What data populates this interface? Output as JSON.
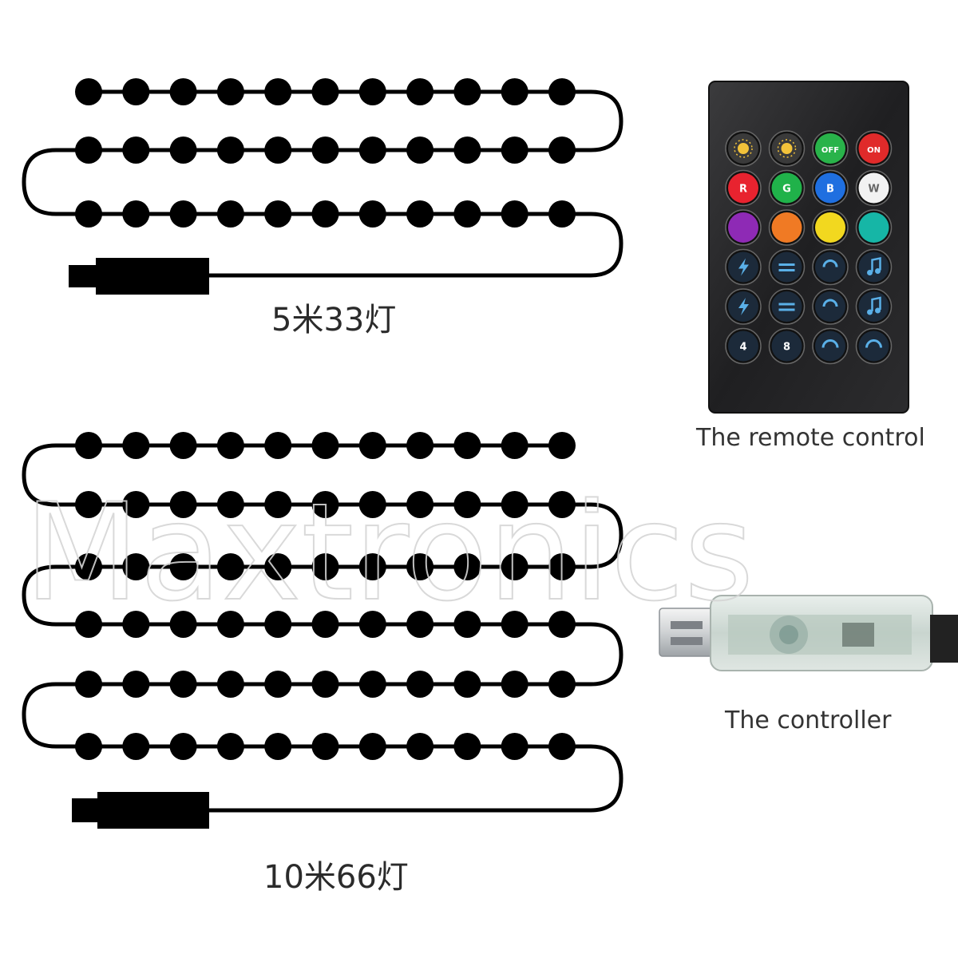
{
  "strip_5m": {
    "caption": "5米33灯",
    "rows": 3,
    "beads_per_row": 11
  },
  "strip_10m": {
    "caption": "10米66灯",
    "rows": 6,
    "beads_per_row": 11
  },
  "remote": {
    "caption": "The remote control",
    "buttons": [
      {
        "color": "#3a3a3a",
        "label": "",
        "icon": "brightness-down-icon"
      },
      {
        "color": "#3a3a3a",
        "label": "",
        "icon": "brightness-up-icon"
      },
      {
        "color": "#29b34a",
        "label": "OFF",
        "icon": ""
      },
      {
        "color": "#e02a2a",
        "label": "ON",
        "icon": ""
      },
      {
        "color": "#e8232f",
        "label": "R",
        "icon": ""
      },
      {
        "color": "#20b24a",
        "label": "G",
        "icon": ""
      },
      {
        "color": "#1f6fe0",
        "label": "B",
        "icon": ""
      },
      {
        "color": "#f2f2f2",
        "label": "W",
        "icon": ""
      },
      {
        "color": "#8e2ab5",
        "label": "",
        "icon": ""
      },
      {
        "color": "#f07a24",
        "label": "",
        "icon": ""
      },
      {
        "color": "#f2d81f",
        "label": "",
        "icon": ""
      },
      {
        "color": "#16b6a6",
        "label": "",
        "icon": ""
      },
      {
        "color": "#1c2a3a",
        "label": "",
        "icon": "flash-icon"
      },
      {
        "color": "#1c2a3a",
        "label": "",
        "icon": "fade-icon"
      },
      {
        "color": "#1c2a3a",
        "label": "",
        "icon": "smooth-icon"
      },
      {
        "color": "#1c2a3a",
        "label": "",
        "icon": "music-icon"
      },
      {
        "color": "#1c2a3a",
        "label": "",
        "icon": "flash-icon"
      },
      {
        "color": "#1c2a3a",
        "label": "",
        "icon": "fade-icon"
      },
      {
        "color": "#1c2a3a",
        "label": "",
        "icon": "smooth-icon"
      },
      {
        "color": "#1c2a3a",
        "label": "",
        "icon": "music-icon"
      },
      {
        "color": "#1c2a3a",
        "label": "4",
        "icon": ""
      },
      {
        "color": "#1c2a3a",
        "label": "8",
        "icon": ""
      },
      {
        "color": "#1c2a3a",
        "label": "",
        "icon": "speed-icon"
      },
      {
        "color": "#1c2a3a",
        "label": "",
        "icon": "speed-icon"
      }
    ]
  },
  "controller": {
    "caption": "The controller"
  },
  "watermark": "Maxtronics"
}
